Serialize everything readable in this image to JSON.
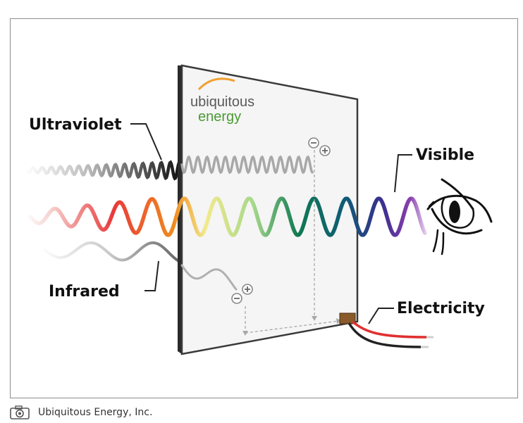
{
  "diagram": {
    "labels": {
      "ultraviolet": "Ultraviolet",
      "visible": "Visible",
      "infrared": "Infrared",
      "electricity": "Electricity"
    },
    "logo": {
      "line1": "ubiquitous",
      "line2": "energy"
    },
    "icons": [
      "eye-icon",
      "minus-charge-icon",
      "plus-charge-icon"
    ],
    "colors": {
      "spectrum": [
        "#f6d6d2",
        "#e9393a",
        "#f08a1e",
        "#f2ea8c",
        "#a6d88a",
        "#0f7a52",
        "#0f5a78",
        "#3a2f8f",
        "#8a3fb0"
      ],
      "ultraviolet_wave": "#222222",
      "infrared_wave": "#777777",
      "logo_arc": "#f0a030",
      "logo_text_green": "#4a9a35",
      "wire_red": "#e03030",
      "wire_black": "#222222",
      "connector": "#8a5a2a"
    }
  },
  "caption": {
    "icon": "camera-icon",
    "text": "Ubiquitous Energy, Inc."
  }
}
